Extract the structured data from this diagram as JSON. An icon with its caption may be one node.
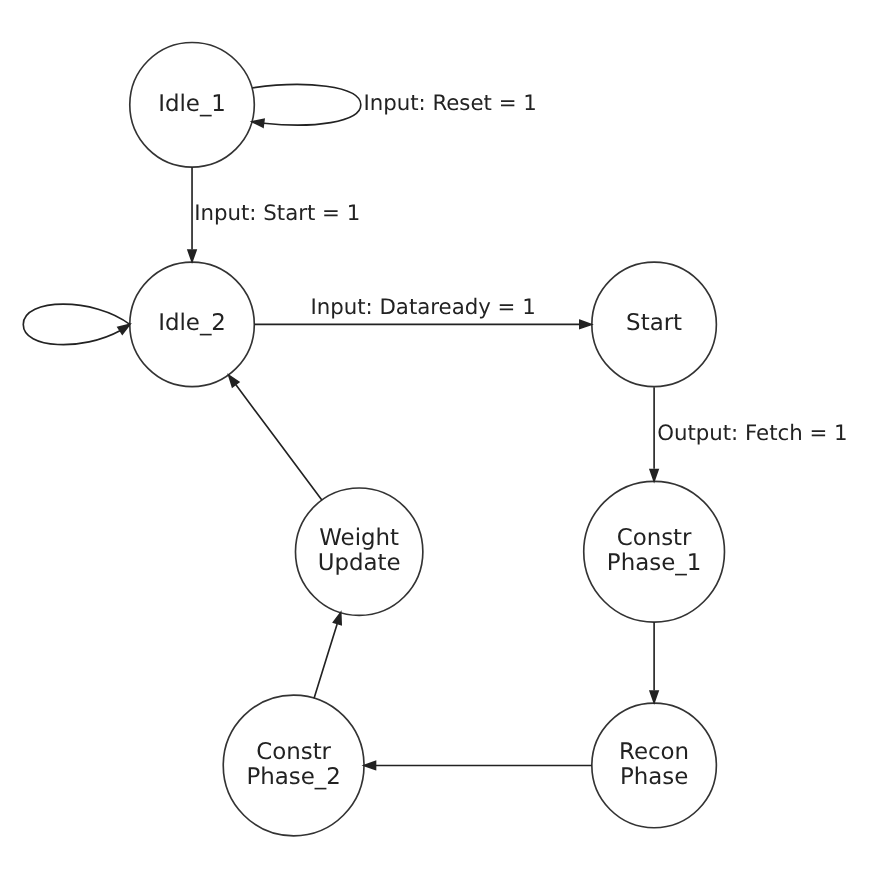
{
  "diagram": {
    "nodes": [
      {
        "text": [
          "Idle_1"
        ]
      },
      {
        "text": [
          "Idle_2"
        ]
      },
      {
        "text": [
          "Start"
        ]
      },
      {
        "text": [
          "Constr Phase_1"
        ]
      },
      {
        "text": [
          "Recon Phase"
        ]
      },
      {
        "text": [
          "Constr Phase_2"
        ]
      },
      {
        "text": [
          "Weight Update"
        ]
      }
    ],
    "edges": [
      {
        "from": 0,
        "to": 0,
        "arrow": "to",
        "label": "Input: Reset = 1"
      },
      {
        "from": 0,
        "to": 1,
        "arrow": "to",
        "label": "Input: Start = 1"
      },
      {
        "from": 1,
        "to": 1,
        "arrow": "to"
      },
      {
        "from": 1,
        "to": 2,
        "arrow": "to",
        "label": "Input: Dataready = 1"
      },
      {
        "from": 2,
        "to": 3,
        "arrow": "to",
        "label": "Output: Fetch = 1"
      },
      {
        "from": 3,
        "to": 4,
        "arrow": "to"
      },
      {
        "from": 4,
        "to": 5,
        "arrow": "to"
      },
      {
        "from": 5,
        "to": 6,
        "arrow": "to"
      },
      {
        "from": 6,
        "to": 1,
        "arrow": "to"
      }
    ]
  }
}
